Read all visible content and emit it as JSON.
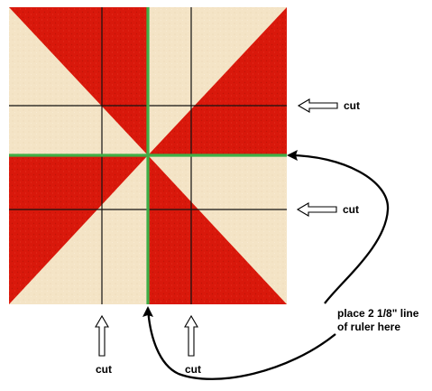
{
  "labels": {
    "cut_right_upper": "cut",
    "cut_right_lower": "cut",
    "cut_bottom_left": "cut",
    "cut_bottom_right": "cut",
    "instruction_line1": "place 2 1/8\" line",
    "instruction_line2": "of ruler here"
  },
  "colors": {
    "fabric_red": "#d9180b",
    "fabric_cream": "#f4e4c6",
    "grid_line": "#111111",
    "ruler_line": "#3fae46",
    "arrow": "#000000"
  }
}
